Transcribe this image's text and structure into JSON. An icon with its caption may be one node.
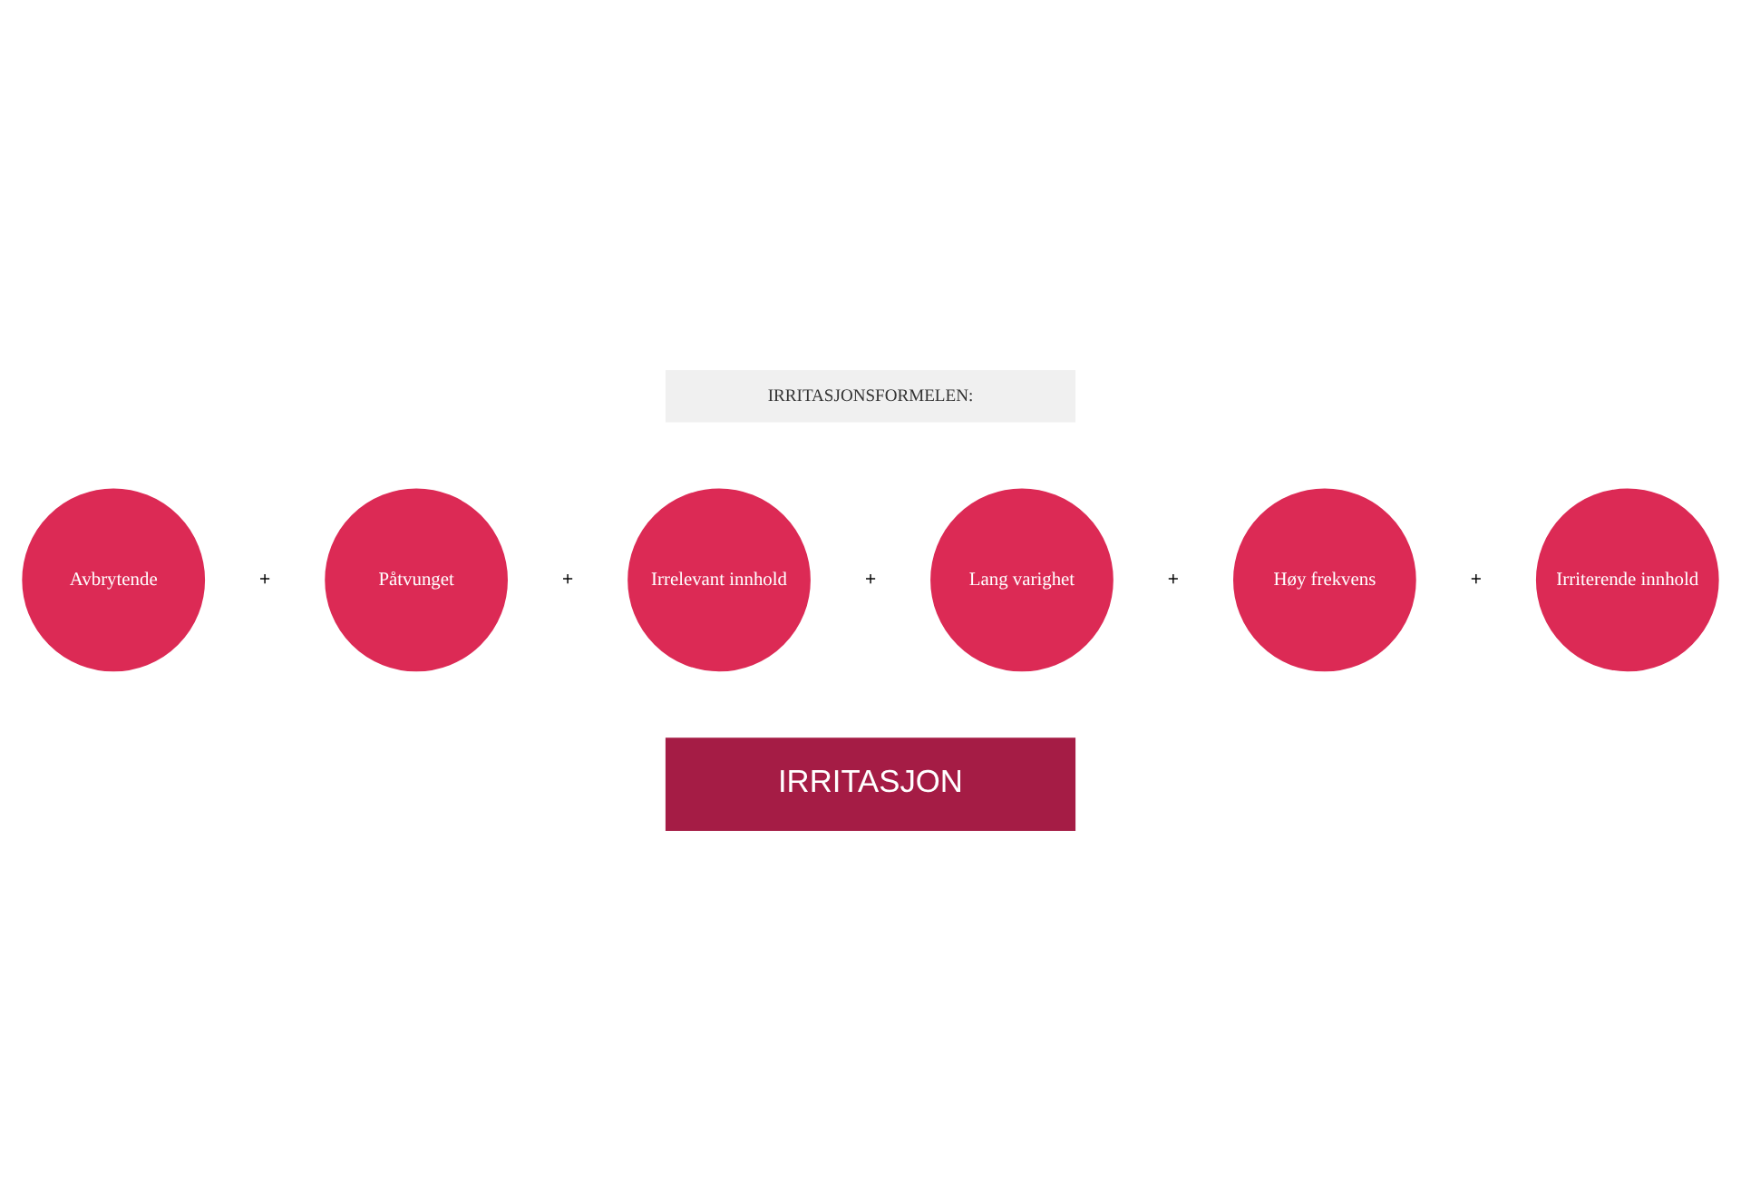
{
  "diagram": {
    "nodes": [
      {
        "text": [
          "IRRITASJONSFORMELEN:"
        ]
      },
      {
        "text": [
          "Avbrytende"
        ]
      },
      {
        "text": [
          "Påtvunget"
        ]
      },
      {
        "text": [
          "Irrelevant innhold"
        ]
      },
      {
        "text": [
          "Lang varighet"
        ]
      },
      {
        "text": [
          "Høy frekvens"
        ]
      },
      {
        "text": [
          "Irriterende innhold"
        ]
      },
      {
        "text": [
          "IRRITASJON"
        ]
      }
    ],
    "labels": [
      "+",
      "+",
      "+",
      "+",
      "+"
    ]
  }
}
